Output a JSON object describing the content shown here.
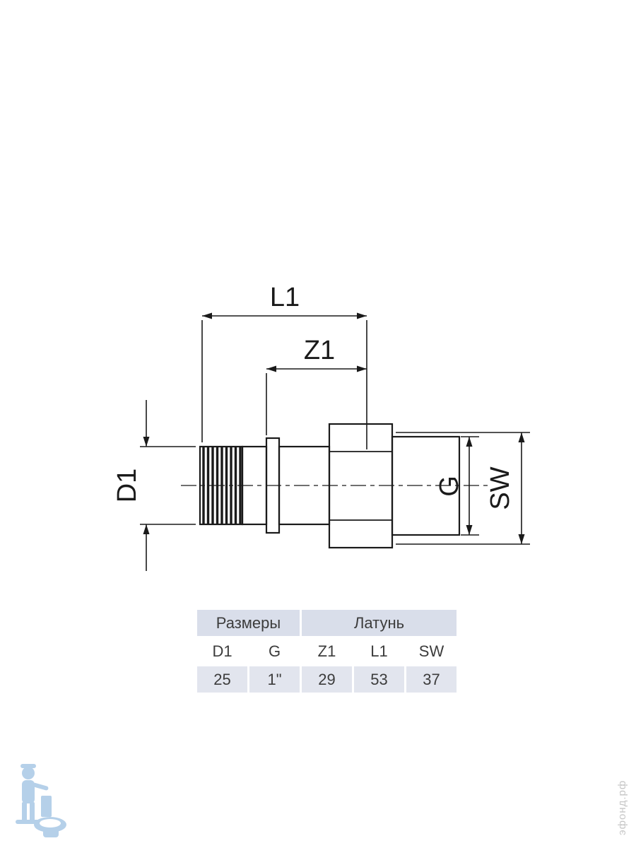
{
  "drawing": {
    "labels": {
      "l1": "L1",
      "z1": "Z1",
      "d1": "D1",
      "g": "G",
      "sw": "SW"
    }
  },
  "table": {
    "group_headers": [
      {
        "label": "Размеры",
        "colspan": 2
      },
      {
        "label": "Латунь",
        "colspan": 3
      }
    ],
    "columns": [
      "D1",
      "G",
      "Z1",
      "L1",
      "SW"
    ],
    "values": [
      "25",
      "1\"",
      "29",
      "53",
      "37"
    ]
  },
  "watermark": {
    "text": "эфонд.рф"
  },
  "colors": {
    "line": "#1a1a1a",
    "table_group_bg": "#d9deea",
    "table_value_bg": "#e2e5ee",
    "watermark_blue": "#b5d0e9",
    "watermark_gray": "#c6c6c6"
  }
}
